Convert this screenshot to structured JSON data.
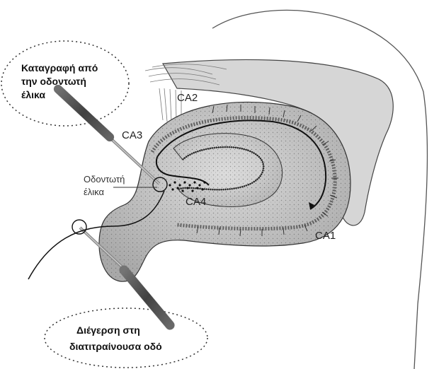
{
  "callouts": {
    "recording": [
      "Καταγραφή από",
      "την οδοντωτή",
      "έλικα"
    ],
    "stimulation": [
      "Διέγερση στη",
      "διατιτραίνουσα οδό"
    ]
  },
  "labels": {
    "dentate": [
      "Οδοντωτή",
      "έλικα"
    ],
    "ca1": "CA1",
    "ca2": "CA2",
    "ca3": "CA3",
    "ca4": "CA4"
  },
  "colors": {
    "tissue": "#cfcfcf",
    "tissue_dark": "#9a9a9a",
    "cortex": "#d9d9d9",
    "outline": "#1a1a1a",
    "electrode": "#6e6e6e"
  }
}
